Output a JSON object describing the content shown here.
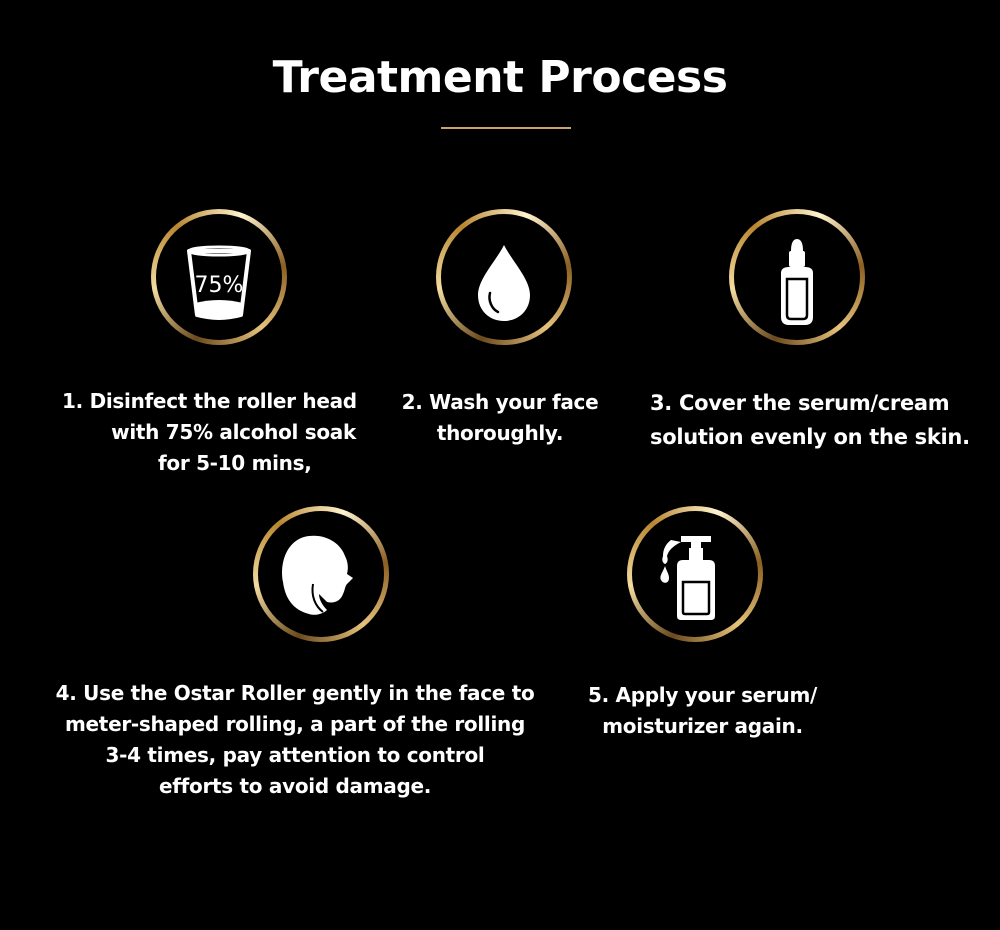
{
  "header": {
    "title": "Treatment Process"
  },
  "steps": [
    {
      "icon": "alcohol-cup-icon",
      "icon_text": "75%",
      "lines": [
        "1.  Disinfect the roller head",
        "with 75% alcohol soak",
        "for 5-10 mins,"
      ]
    },
    {
      "icon": "water-drop-icon",
      "lines": [
        "2. Wash your face",
        "thoroughly."
      ]
    },
    {
      "icon": "dropper-bottle-icon",
      "lines": [
        "3. Cover the serum/cream",
        "solution evenly on the skin."
      ]
    },
    {
      "icon": "woman-face-icon",
      "lines": [
        "4.  Use the Ostar Roller gently in the face to",
        "meter-shaped rolling, a part of the rolling",
        "3-4 times, pay attention to control",
        "efforts to avoid damage."
      ]
    },
    {
      "icon": "pump-bottle-icon",
      "lines": [
        "5. Apply your serum/",
        "moisturizer again."
      ]
    }
  ],
  "colors": {
    "background": "#000000",
    "text": "#ffffff",
    "accent_gold": "#c9a468"
  }
}
